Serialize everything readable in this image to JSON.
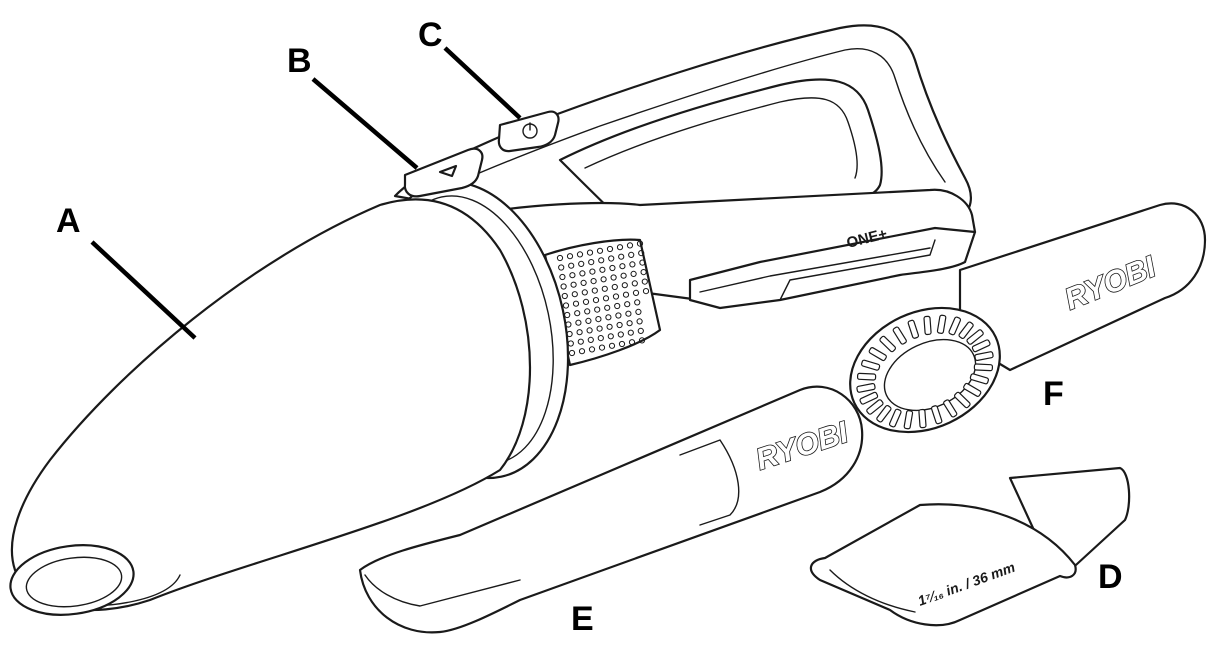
{
  "callouts": {
    "a": "A",
    "b": "B",
    "c": "C",
    "d": "D",
    "e": "E",
    "f": "F"
  },
  "branding": {
    "platform": "ONE+",
    "crevice_brand": "RYOBI",
    "brush_brand": "RYOBI",
    "nozzle_size": "1⁷⁄₁₆ in. / 36 mm"
  },
  "icons": {
    "power_button": "power-icon",
    "release_button": "triangle-icon"
  },
  "colors": {
    "line": "#1a1a1a",
    "background": "#ffffff"
  }
}
